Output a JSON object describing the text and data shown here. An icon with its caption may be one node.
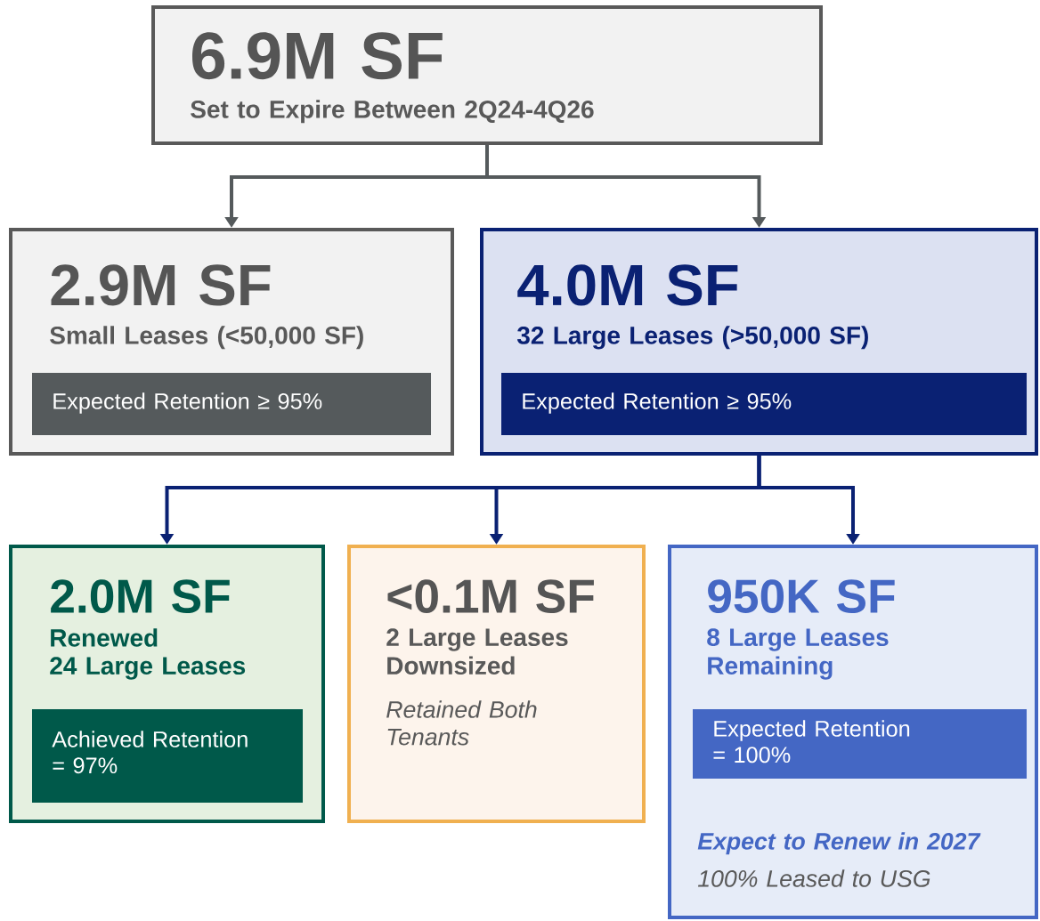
{
  "diagram": {
    "nodes": [
      {
        "text": [
          "6.9M SF",
          "Set to Expire Between 2Q24-4Q26"
        ]
      },
      {
        "text": [
          "2.9M SF",
          "Small Leases (<50,000 SF)"
        ]
      },
      {
        "text": [
          "Expected Retention ≥ 95%"
        ],
        "in": 1
      },
      {
        "text": [
          "4.0M SF",
          "32 Large Leases (>50,000 SF)"
        ]
      },
      {
        "text": [
          "Expected Retention ≥ 95%"
        ],
        "in": 3
      },
      {
        "text": [
          "2.0M SF",
          "Renewed",
          "24 Large Leases"
        ]
      },
      {
        "text": [
          "Achieved Retention = 97%"
        ],
        "in": 5
      },
      {
        "text": [
          "<0.1M SF",
          "2 Large Leases Downsized",
          "Retained Both Tenants"
        ]
      },
      {
        "text": [
          "950K SF",
          "8 Large Leases Remaining",
          "Expect to Renew in 2027",
          "100% Leased to USG"
        ]
      },
      {
        "text": [
          "Expected Retention = 100%"
        ],
        "in": 8
      }
    ],
    "edges": [
      {
        "from": 0,
        "to": 1,
        "arrow": "to",
        "color": "#555a5c"
      },
      {
        "from": 0,
        "to": 3,
        "arrow": "to",
        "color": "#555a5c"
      },
      {
        "from": 3,
        "to": 5,
        "arrow": "to"
      },
      {
        "from": 3,
        "to": 7,
        "arrow": "to"
      },
      {
        "from": 3,
        "to": 8,
        "arrow": "to"
      }
    ]
  }
}
